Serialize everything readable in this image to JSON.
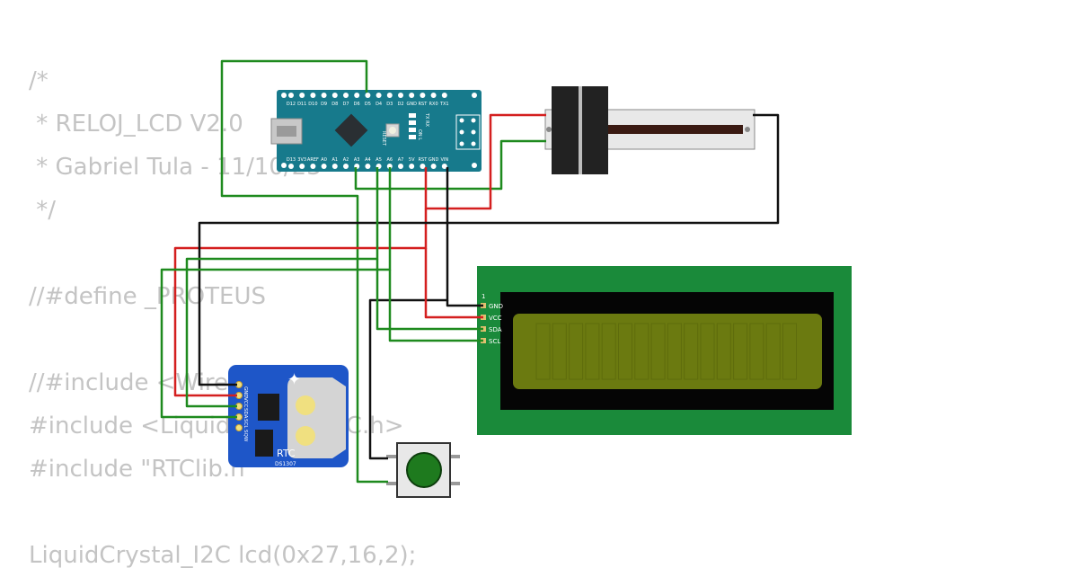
{
  "code_lines": [
    "/*",
    " * RELOJ_LCD V2.0",
    " * Gabriel Tula - 11/10/23",
    " */",
    "",
    "//#define _PROTEUS",
    "",
    "//#include <Wire.h>",
    "#include <LiquidCrystal_I2C.h>",
    "#include \"RTClib.h\"",
    "",
    "LiquidCrystal_I2C lcd(0x27,16,2);"
  ],
  "arduino": {
    "top_pins": [
      "D12",
      "D11",
      "D10",
      "D9",
      "D8",
      "D7",
      "D6",
      "D5",
      "D4",
      "D3",
      "D2",
      "GND",
      "RST",
      "RX0",
      "TX1"
    ],
    "bottom_pins": [
      "D13",
      "3V3",
      "AREF",
      "A0",
      "A1",
      "A2",
      "A3",
      "A4",
      "A5",
      "A6",
      "A7",
      "5V",
      "RST",
      "GND",
      "VIN"
    ],
    "reset_label": "RESET",
    "tx_label": "TX RX",
    "on_label": "ON L"
  },
  "lcd": {
    "pin1": "1",
    "pins": [
      "GND",
      "VCC",
      "SDA",
      "SCL"
    ]
  },
  "rtc": {
    "pins": [
      "GND",
      "VCC",
      "SDA",
      "SCL",
      "SQW"
    ],
    "title": "RTC",
    "chip": "DS1307"
  },
  "colors": {
    "wire_green": "#1e8a1e",
    "wire_red": "#d41f1f",
    "wire_black": "#111111",
    "pcb_teal": "#177a8c",
    "lcd_green": "#1a8a3a",
    "lcd_screen": "#6b7a10",
    "rtc_blue": "#1e56c8",
    "button_green": "#1e7a1e"
  }
}
